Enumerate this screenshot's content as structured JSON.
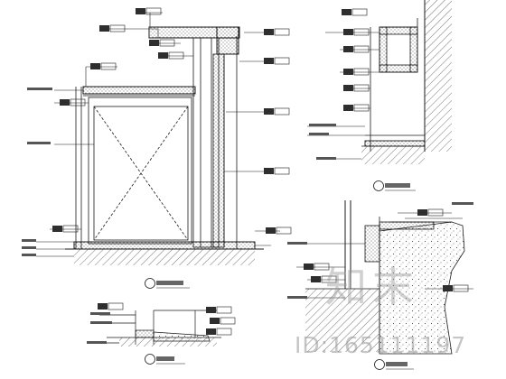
{
  "watermark": {
    "logo_text": "知末",
    "id_text": "ID:165111197"
  },
  "drawing": {
    "line_color": "#1a1a1a",
    "tag_fill": "#2e2e2e",
    "hatch_color": "#555555",
    "elevation_label_text": "",
    "detail_labels": [],
    "stroke_style": "technical-drawing"
  }
}
